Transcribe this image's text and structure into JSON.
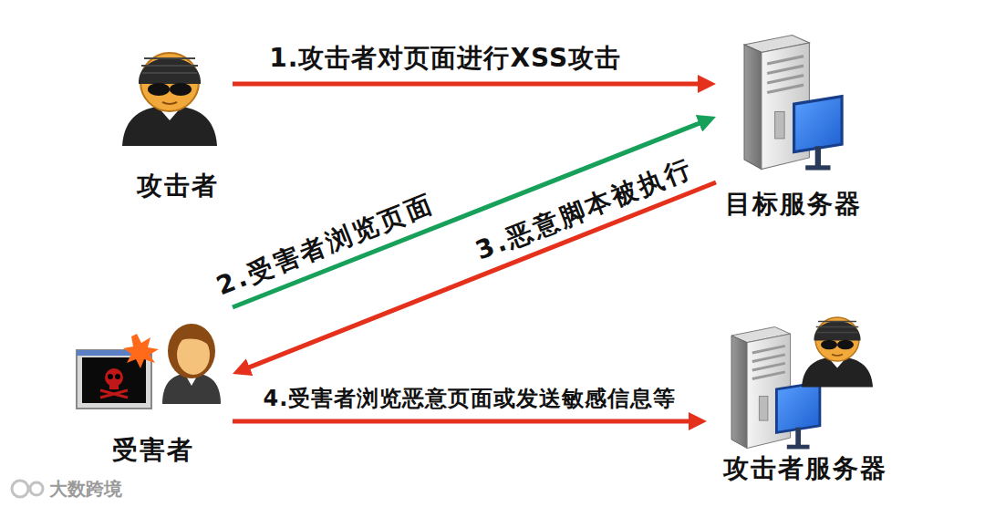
{
  "diagram": {
    "nodes": [
      {
        "text": [
          "攻击者"
        ]
      },
      {
        "text": [
          "目标服务器"
        ]
      },
      {
        "text": [
          "受害者"
        ]
      },
      {
        "text": [
          "攻击者服务器"
        ]
      }
    ],
    "edges": [
      {
        "from": 0,
        "to": 1,
        "arrow": "to",
        "label": "1.攻击者对页面进行XSS攻击"
      },
      {
        "from": 2,
        "to": 1,
        "arrow": "to",
        "label": "2.受害者浏览页面"
      },
      {
        "from": 1,
        "to": 2,
        "arrow": "to",
        "label": "3.恶意脚本被执行"
      },
      {
        "from": 2,
        "to": 3,
        "arrow": "to",
        "label": "4.受害者浏览恶意页面或发送敏感信息等"
      }
    ],
    "labels": [
      "大数跨境"
    ]
  }
}
